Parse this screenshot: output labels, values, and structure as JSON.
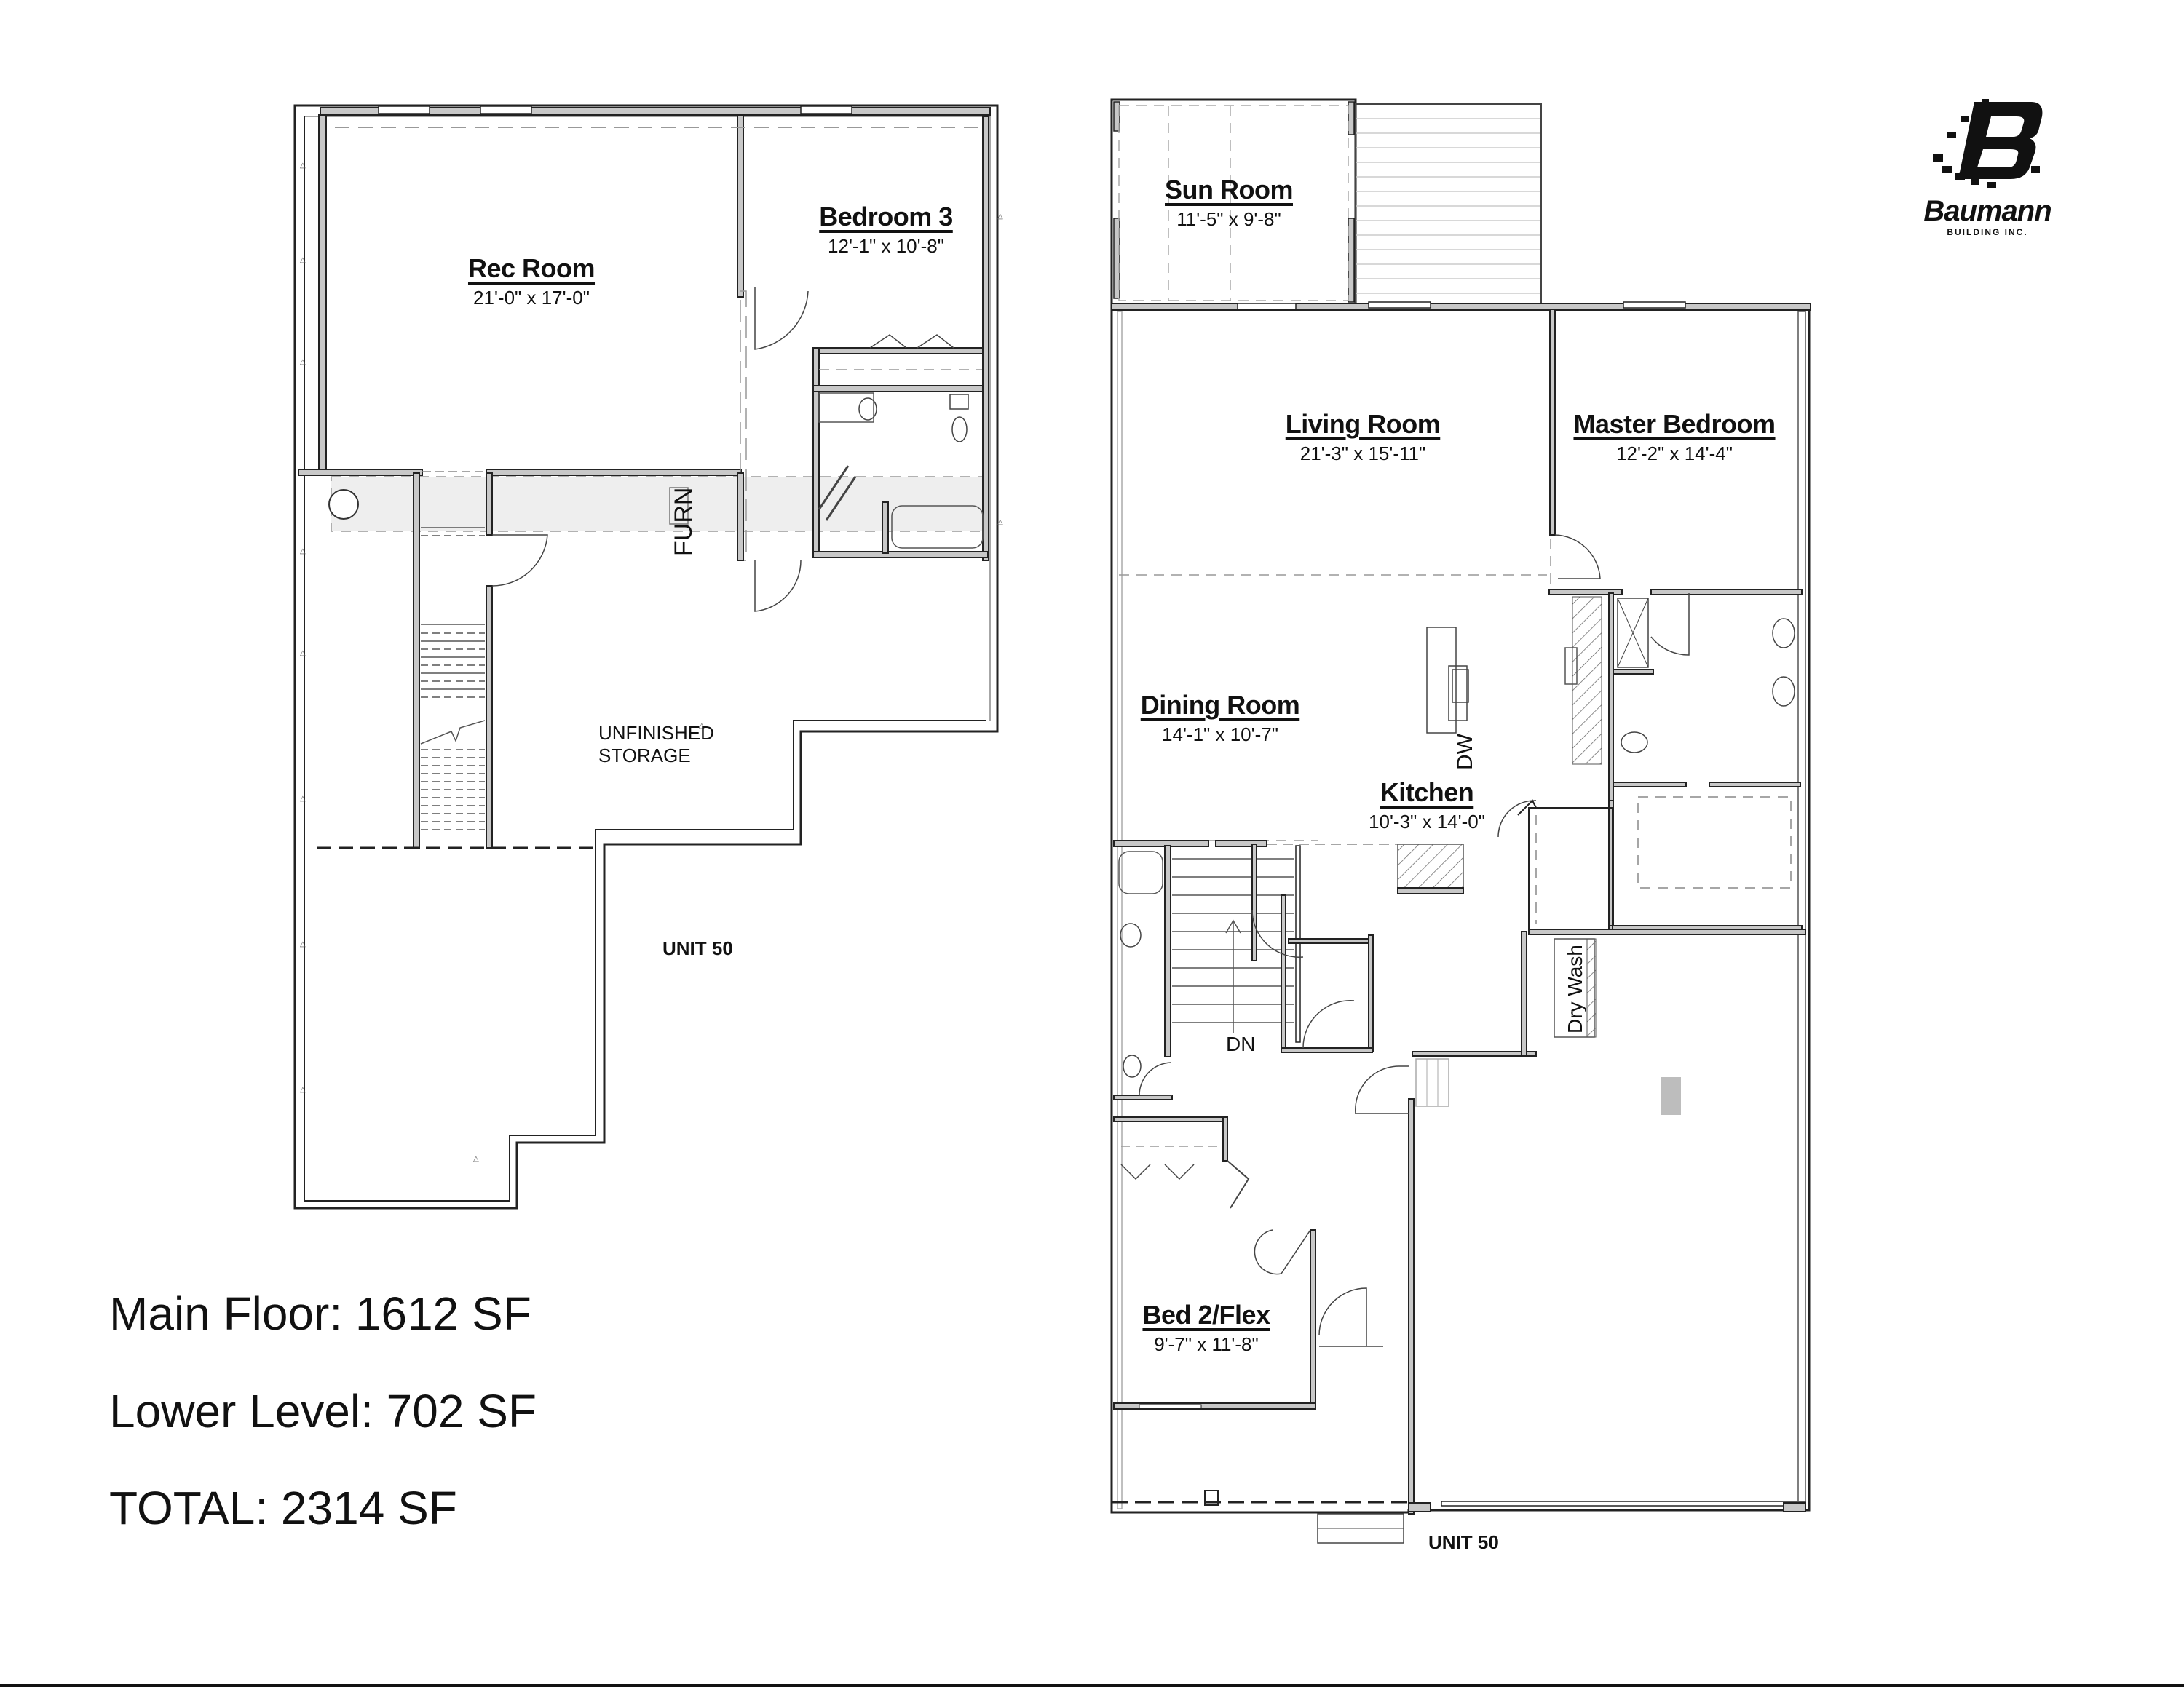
{
  "brand": {
    "name": "Baumann",
    "subtitle": "BUILDING INC.",
    "logo_icon": "pixelated-b-logo"
  },
  "lower_level": {
    "rooms": [
      {
        "name": "Rec Room",
        "dimensions": "21'-0\" x 17'-0\""
      },
      {
        "name": "Bedroom 3",
        "dimensions": "12'-1\" x 10'-8\""
      }
    ],
    "labels": {
      "furnace": "FURN",
      "storage_line1": "UNFINISHED",
      "storage_line2": "STORAGE",
      "unit": "UNIT 50"
    }
  },
  "main_floor": {
    "rooms": [
      {
        "name": "Sun Room",
        "dimensions": "11'-5\" x 9'-8\""
      },
      {
        "name": "Living Room",
        "dimensions": "21'-3\" x 15'-11\""
      },
      {
        "name": "Master Bedroom",
        "dimensions": "12'-2\" x 14'-4\""
      },
      {
        "name": "Dining Room",
        "dimensions": "14'-1\" x 10'-7\""
      },
      {
        "name": "Kitchen",
        "dimensions": "10'-3\" x 14'-0\""
      },
      {
        "name": "Bed 2/Flex",
        "dimensions": "9'-7\" x 11'-8\""
      }
    ],
    "labels": {
      "dishwasher": "DW",
      "laundry": "Dry Wash",
      "stairs_down": "DN",
      "unit": "UNIT 50"
    }
  },
  "square_footage": {
    "main_floor": "Main Floor: 1612 SF",
    "lower_level": "Lower Level: 702 SF",
    "total": "TOTAL: 2314 SF"
  },
  "colors": {
    "wall_fill": "#c8c8c8",
    "wall_stroke": "#222222",
    "furnace_zone": "#eeeeee",
    "garage_post": "#bdbdbd",
    "text": "#111111"
  }
}
